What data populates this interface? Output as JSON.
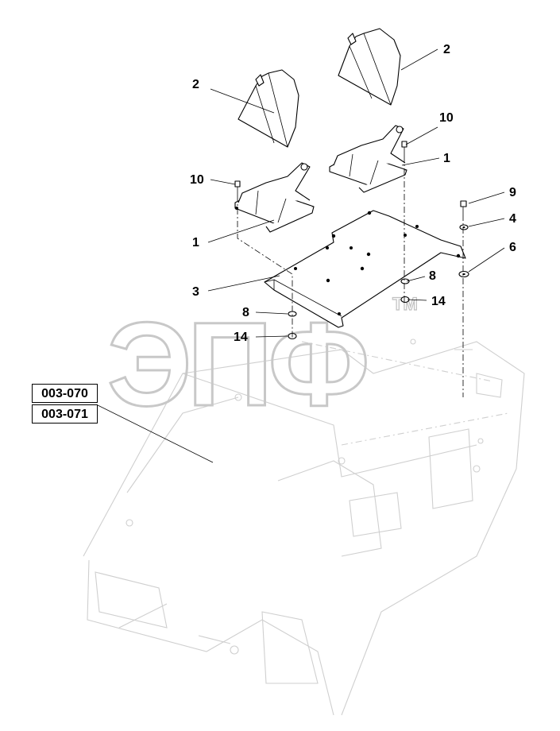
{
  "watermark": {
    "text": "ЭПФ",
    "trademark": "TM"
  },
  "callouts": [
    {
      "id": "cbl-2a",
      "label": "2"
    },
    {
      "id": "cbl-2b",
      "label": "2"
    },
    {
      "id": "cbl-10a",
      "label": "10"
    },
    {
      "id": "cbl-10b",
      "label": "10"
    },
    {
      "id": "cbl-1a",
      "label": "1"
    },
    {
      "id": "cbl-1b",
      "label": "1"
    },
    {
      "id": "cbl-9",
      "label": "9"
    },
    {
      "id": "cbl-4",
      "label": "4"
    },
    {
      "id": "cbl-6",
      "label": "6"
    },
    {
      "id": "cbl-3",
      "label": "3"
    },
    {
      "id": "cbl-8a",
      "label": "8"
    },
    {
      "id": "cbl-8b",
      "label": "8"
    },
    {
      "id": "cbl-14a",
      "label": "14"
    },
    {
      "id": "cbl-14b",
      "label": "14"
    }
  ],
  "references": [
    "003-070",
    "003-071"
  ]
}
